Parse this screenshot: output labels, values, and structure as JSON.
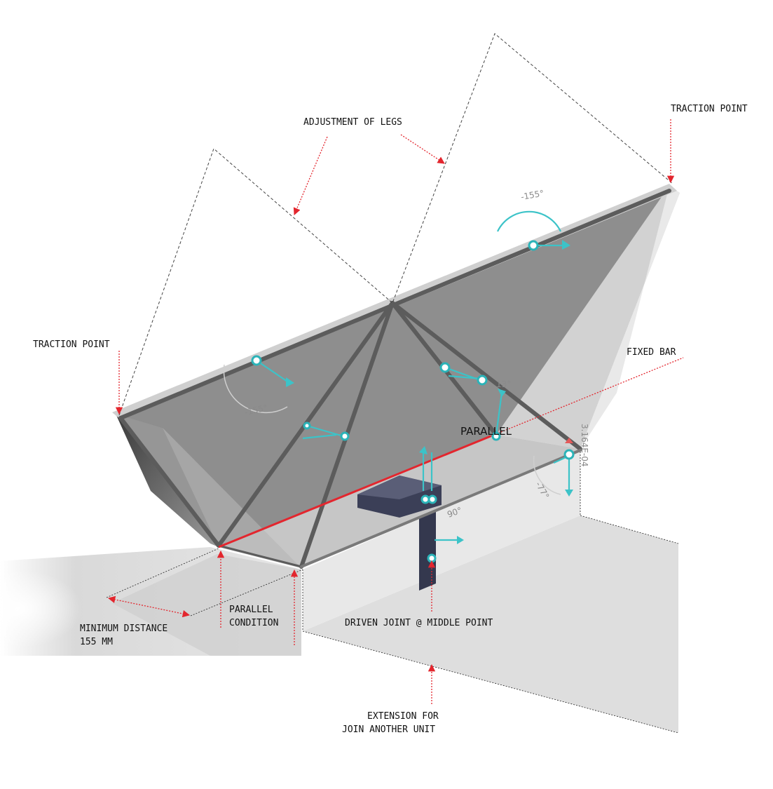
{
  "labels": {
    "adjustment_of_legs": "ADJUSTMENT OF LEGS",
    "traction_point_right": "TRACTION POINT",
    "traction_point_left": "TRACTION POINT",
    "fixed_bar": "FIXED BAR",
    "parallel": "PARALLEL",
    "parallel_condition_line1": "PARALLEL",
    "parallel_condition_line2": "CONDITION",
    "minimum_distance_line1": "MINIMUM DISTANCE",
    "minimum_distance_line2": "155 MM",
    "driven_joint": "DRIVEN JOINT @ MIDDLE POINT",
    "extension_line1": "EXTENSION FOR",
    "extension_line2": "JOIN ANOTHER UNIT"
  },
  "dimensions": {
    "angle_top": "-155°",
    "angle_left": "-155°",
    "angle_center": "13°",
    "angle_right": "-77°",
    "angle_lower": "90°",
    "side_readout": "3.164E-04"
  },
  "colors": {
    "annotation_red": "#e3262e",
    "joint_cyan": "#3cc3c8",
    "panel_gray": "#8e8e8e",
    "block_navy": "#3b3f57"
  }
}
